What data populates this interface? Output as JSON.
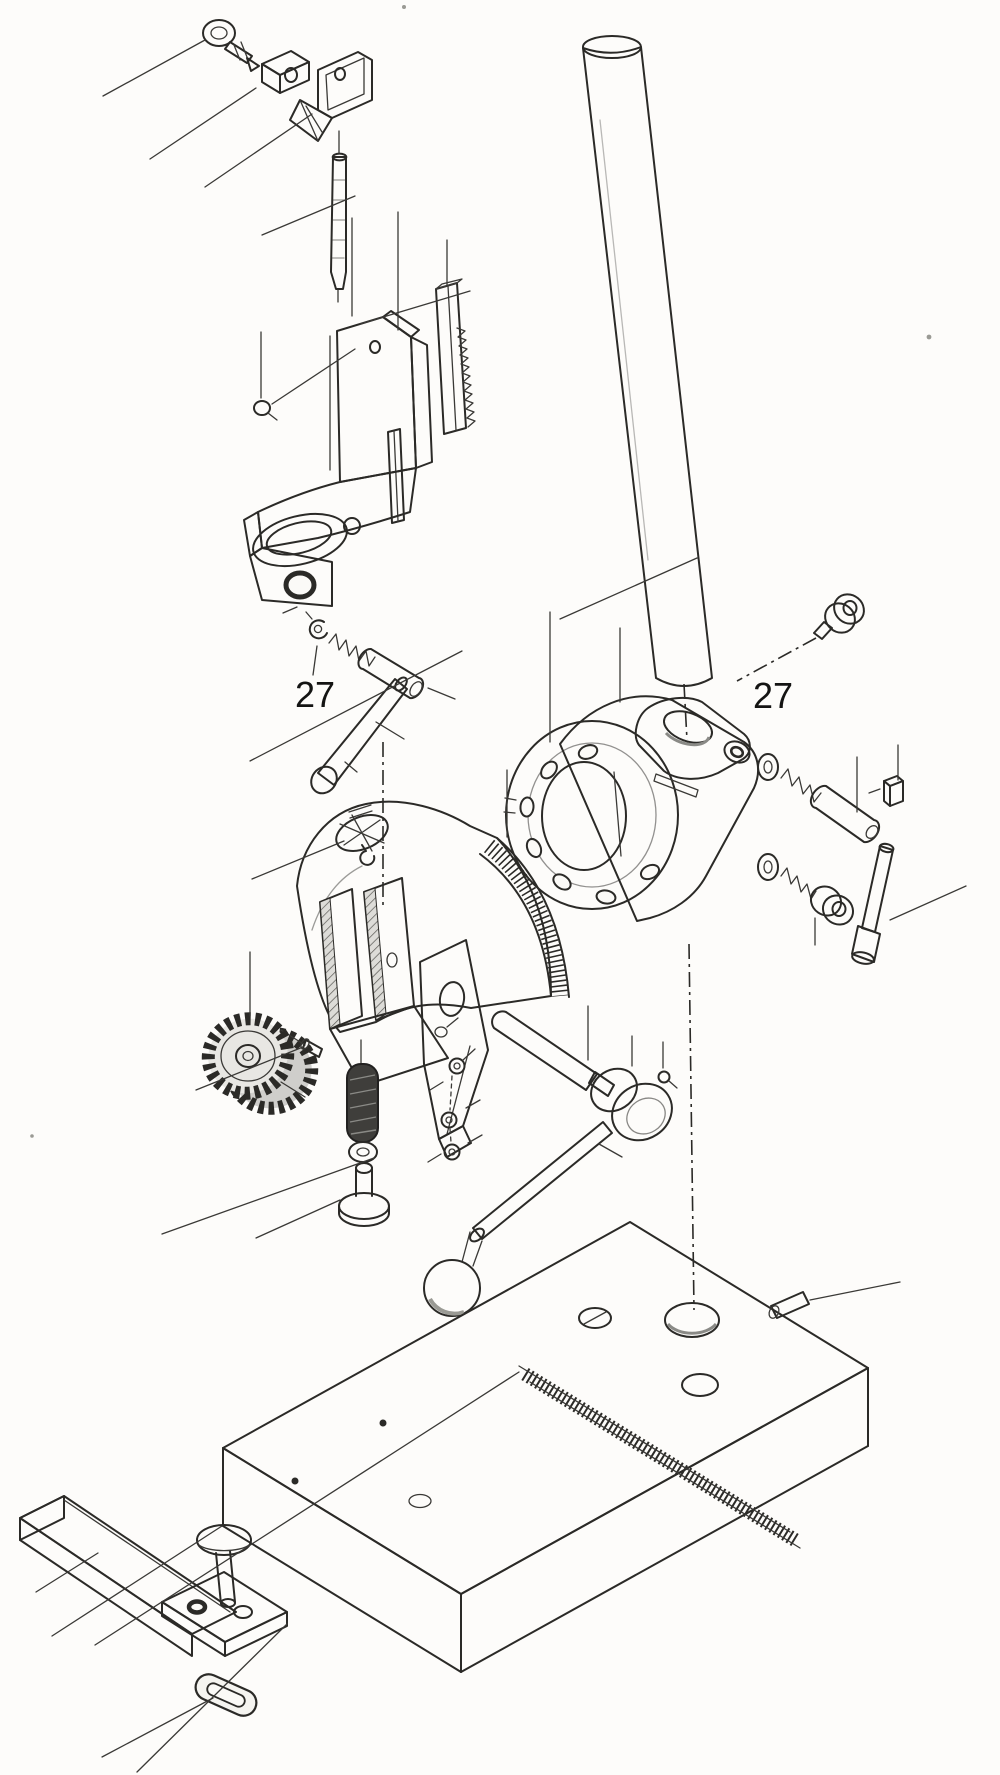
{
  "figure": {
    "kind": "exploded-parts-diagram",
    "callouts": [
      {
        "id": "callout-left",
        "text": "27"
      },
      {
        "id": "callout-right",
        "text": "27"
      }
    ]
  },
  "colors": {
    "ink": "#2b2a27",
    "paper": "#fdfcfa",
    "shade_dark": "#c2c1bd",
    "shade_mid": "#d3d2ce",
    "shade_light": "#e6e5e1",
    "spring_dark": "#3f3e3b"
  }
}
